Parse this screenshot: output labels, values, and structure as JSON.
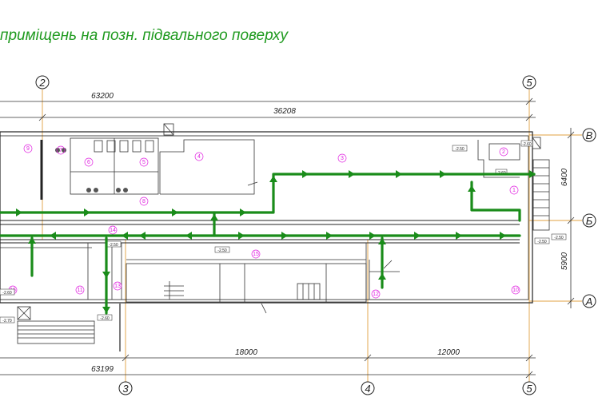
{
  "title": "приміщень на позн. підвального поверху",
  "axes": {
    "col_2": "2",
    "col_3": "3",
    "col_4": "4",
    "col_5_top": "5",
    "col_5_bottom": "5",
    "row_A": "А",
    "row_B": "Б",
    "row_V": "В"
  },
  "dimensions": {
    "top_overall": "63200",
    "top_inner": "36208",
    "bottom_3_4": "18000",
    "bottom_4_5": "12000",
    "bottom_overall": "63199",
    "right_upper": "6400",
    "right_lower": "5900"
  },
  "rooms": [
    "1",
    "2",
    "3",
    "4",
    "5",
    "6",
    "7",
    "8",
    "9",
    "10",
    "11",
    "12",
    "13",
    "14",
    "15",
    "16"
  ],
  "level_marks": {
    "m1": "-2.50",
    "m2": "-2.50",
    "m3": "-2.50",
    "m4": "-2.50",
    "m5": "-2.50",
    "m6": "-2.60",
    "m7": "-2.70",
    "m8": "-2.60",
    "m9": "-2.60",
    "m10": "-2.60"
  },
  "colors": {
    "route": "#1a8c1a",
    "rooms": "#e020e0",
    "axes": "#e0a040",
    "title": "#1f9a1f"
  }
}
